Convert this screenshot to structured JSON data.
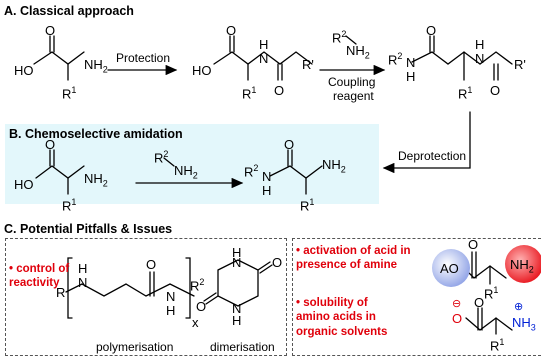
{
  "sections": {
    "a_title": "A. Classical approach",
    "b_title": "B. Chemoselective amidation",
    "c_title": "C. Potential Pitfalls & Issues"
  },
  "panel_a": {
    "reagent_top": "R",
    "reagent_sup": "2",
    "reagent_nh": "NH",
    "reagent_sub": "2",
    "arrow1_label": "Protection",
    "arrow2_label_line1": "Coupling",
    "arrow2_label_line2": "reagent",
    "substituent_r1": "R",
    "substituent_r1_sup": "1",
    "protecting_group": "R'",
    "ho": "HO",
    "nh2": "NH",
    "nh2_sub": "2",
    "o": "O",
    "h": "H",
    "n": "N"
  },
  "panel_b": {
    "arrow_label": "Deprotection"
  },
  "panel_c": {
    "box1": {
      "issue": [
        "• control of",
        "reactivity"
      ],
      "label_polymerisation": "polymerisation",
      "label_dimerisation": "dimerisation",
      "repeat_sub": "x"
    },
    "box2": {
      "issue1": [
        "• activation of acid in",
        "presence of amine"
      ],
      "issue2": [
        "• solubility of",
        "amino acids in",
        "organic solvents"
      ],
      "ao": "AO",
      "nh3": "NH",
      "nh3_sub": "3",
      "plus": "⊕",
      "minus": "⊖"
    }
  },
  "colors": {
    "panel_b_bg": "#e3f7fb",
    "issue_red": "#e0000b",
    "sphere_blue": "#9fb0ea",
    "sphere_red": "#ee1d24"
  }
}
